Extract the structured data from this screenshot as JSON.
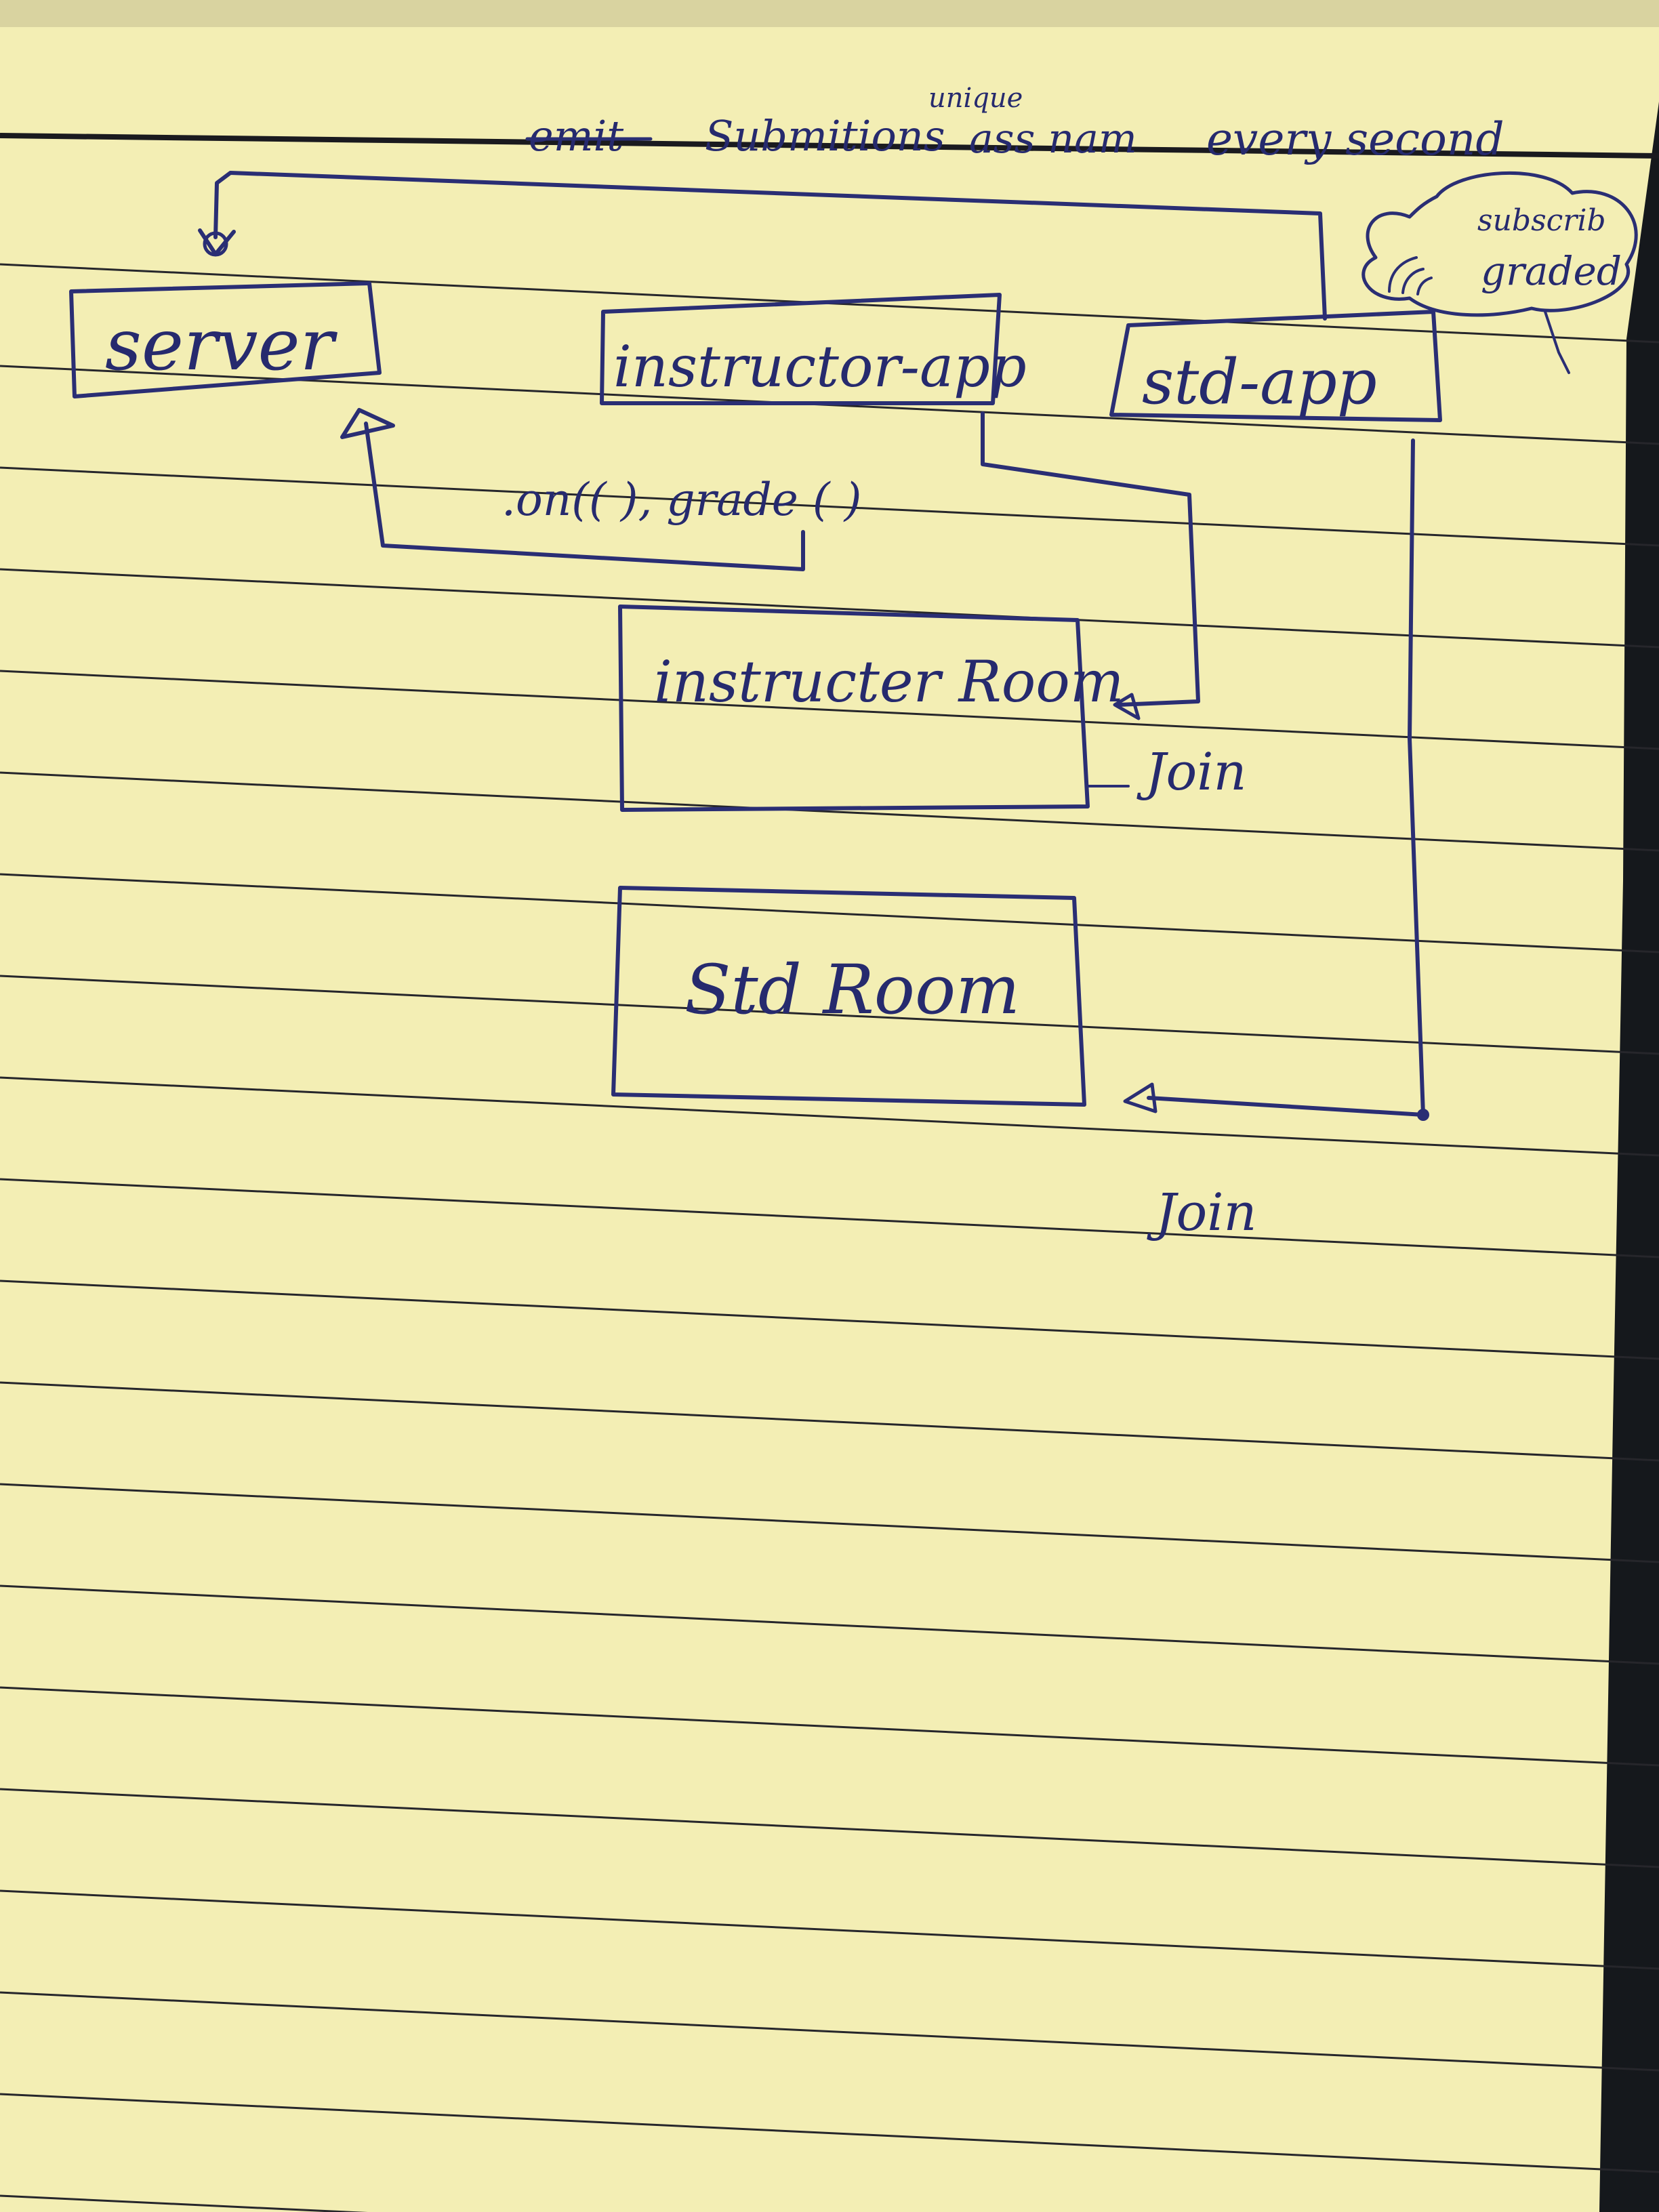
{
  "diagram": {
    "top_note": {
      "struck": "emit",
      "text": "Submitions",
      "insert": "unique",
      "middle": "ass nam",
      "tail": "every second"
    },
    "nodes": {
      "server": "server",
      "instructor_app": "instructor-app",
      "std_app": "std-app",
      "instructor_room": "instructer Room",
      "std_room": "Std Room"
    },
    "labels": {
      "subscribe": "subscrib",
      "graded": "graded",
      "on_grade": ".on(( ), grade ( )",
      "join_instructor": "Join",
      "join_std": "Join"
    },
    "colors": {
      "paper": "#f3eeb4",
      "ink": "#2a2e74",
      "rule": "#1e1e22",
      "background": "#15181c"
    }
  }
}
